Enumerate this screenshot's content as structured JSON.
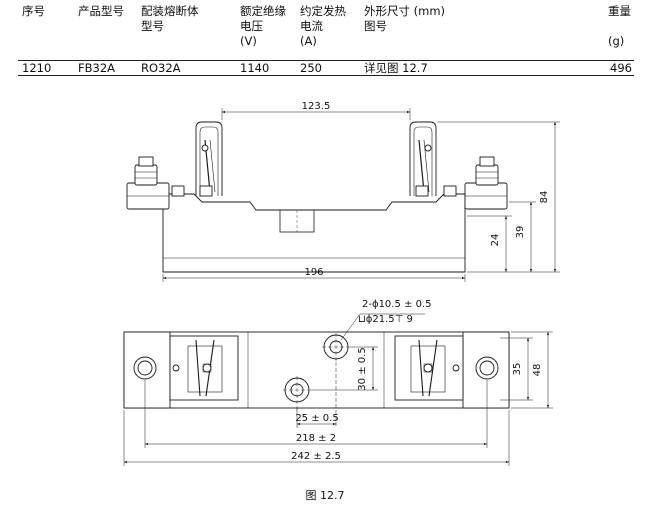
{
  "table": {
    "headers": {
      "seq": [
        "序号"
      ],
      "model": [
        "产品型号"
      ],
      "base": [
        "配装熔断体",
        "型号"
      ],
      "voltage": [
        "额定绝缘",
        "电压",
        "(V)"
      ],
      "current": [
        "约定发热",
        "电流",
        "(A)"
      ],
      "dims": [
        "外形尺寸 (mm)",
        "图号"
      ],
      "weight": [
        "重量",
        "",
        "(g)"
      ]
    },
    "row": {
      "seq": "1210",
      "model": "FB32A",
      "base": "RO32A",
      "voltage": "1140",
      "current": "250",
      "dims": "详见图 12.7",
      "weight": "496"
    }
  },
  "drawing": {
    "top_view": {
      "dim_123_5": "123.5",
      "dim_196": "196",
      "dim_84": "84",
      "dim_39": "39",
      "dim_24": "24"
    },
    "plan_view": {
      "hole_note_1": "2-ϕ10.5 ± 0.5",
      "hole_note_2": "⊔ϕ21.5⊤ 9",
      "dim_30": "30 ± 0.5",
      "dim_25": "25 ± 0.5",
      "dim_35": "35",
      "dim_48": "48",
      "dim_218": "218 ± 2",
      "dim_242": "242 ± 2.5"
    }
  },
  "caption": "图 12.7"
}
